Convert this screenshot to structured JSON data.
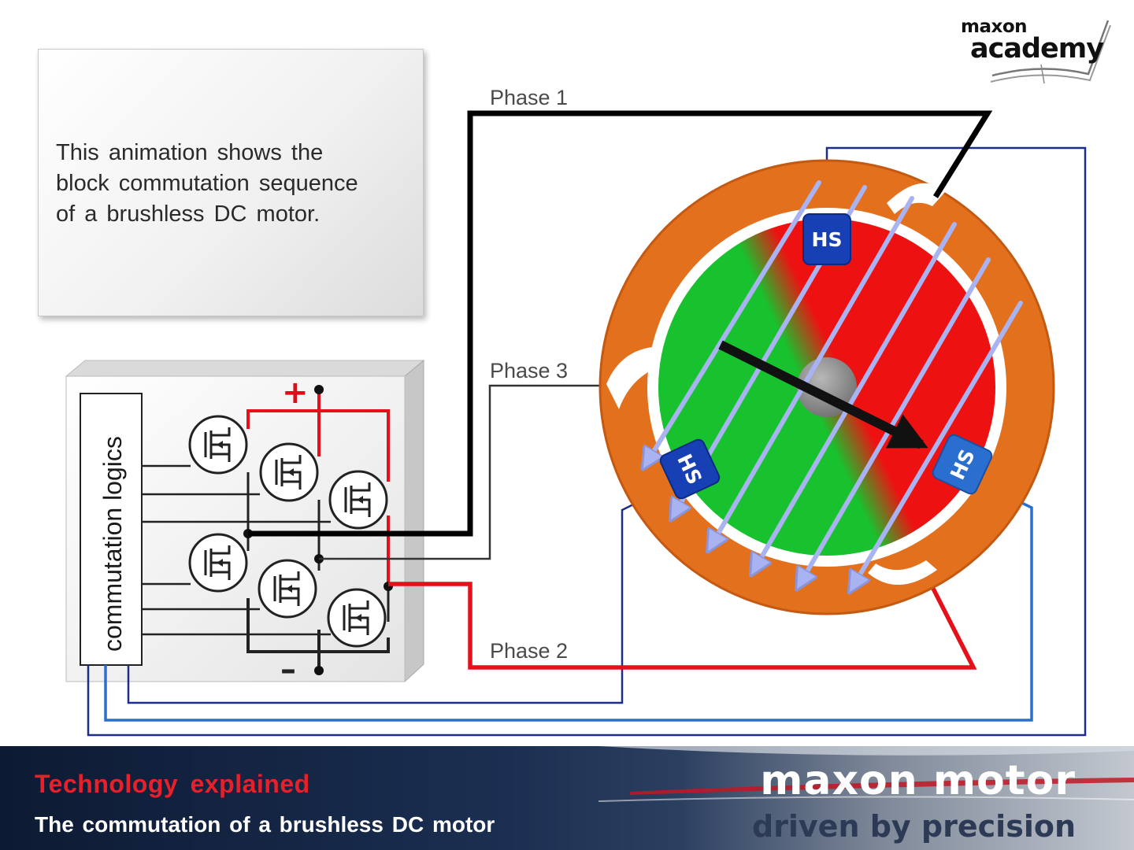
{
  "info_box": {
    "lines": [
      "This animation shows the",
      "block commutation sequence",
      "of a  brushless DC motor."
    ]
  },
  "logo": {
    "small": "maxon",
    "big": "academy"
  },
  "diagram": {
    "phase_labels": {
      "p1": "Phase 1",
      "p2": "Phase 2",
      "p3": "Phase 3"
    },
    "controller_label": "commutation logics",
    "plus_sign": "+",
    "minus_sign": "–",
    "hall_sensor_label": "HS",
    "colors": {
      "phase1": "#000000",
      "phase2": "#e5101a",
      "phase3": "#333333",
      "hall_wire": "#1a2e8c",
      "hall_wire_light": "#2a6fd0",
      "stator": "#e2701c",
      "rotor_north": "#18c22e",
      "rotor_south": "#ee1111",
      "field_lines": "#a9b3f2",
      "hall_sensor": "#1740b5"
    }
  },
  "footer": {
    "title": "Technology explained",
    "subtitle": "The commutation  of a brushless  DC motor",
    "brand": "maxon motor",
    "tagline": "driven by precision"
  }
}
